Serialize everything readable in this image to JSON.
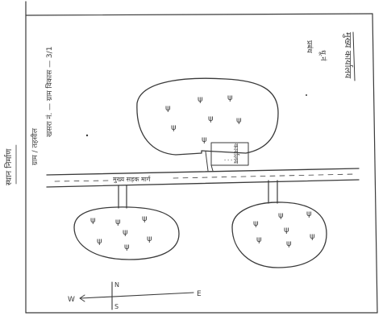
{
  "title_vertical": "मुख्य कार्यालय",
  "title_sub1": "धू.नं",
  "title_sub2": "प्रबंध",
  "left_label_1": "स्थान निर्माण",
  "left_label_2": "ग्राम / तहसील",
  "left_label_3": "खसरा नं. — ग्राम विकास — 3/1",
  "road_label": "मुख्य सड़क मार्ग",
  "building_label": "कार्यालय",
  "tree_glyph": "ψ",
  "compass": {
    "west": "W",
    "east": "E",
    "north": "N",
    "south": "S"
  }
}
